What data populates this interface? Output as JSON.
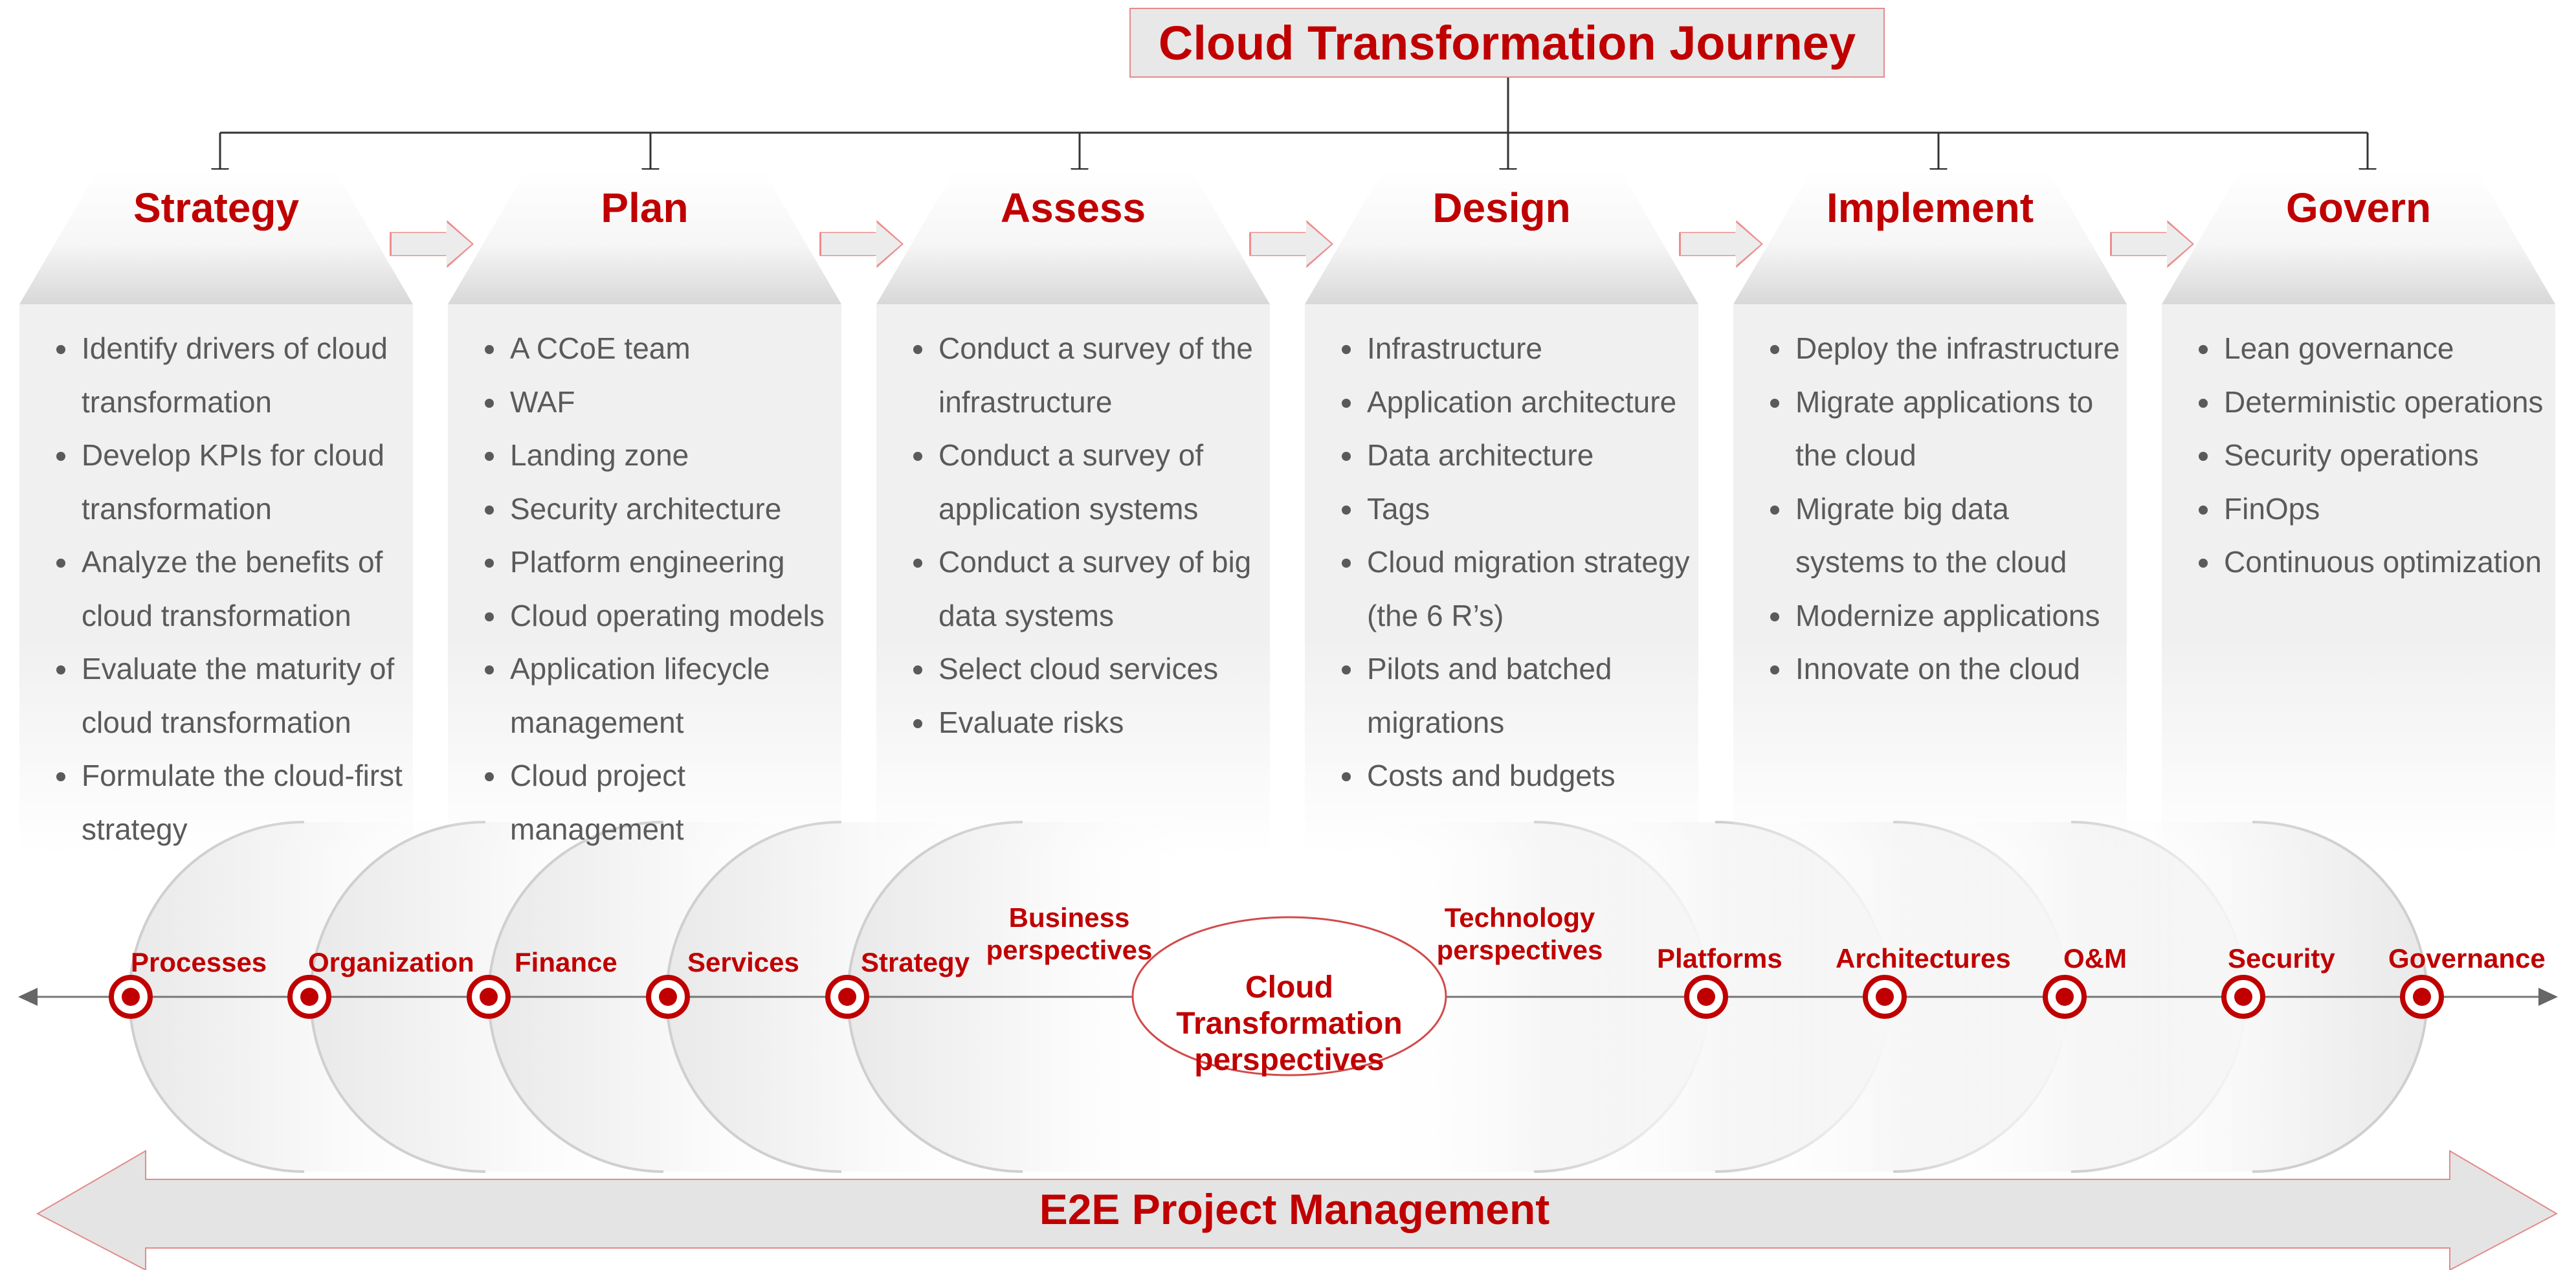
{
  "title": "Cloud Transformation Journey",
  "stages": [
    {
      "title": "Strategy",
      "items": [
        "Identify drivers of cloud transformation",
        "Develop KPIs for cloud transformation",
        "Analyze the benefits of cloud transformation",
        "Evaluate the maturity of cloud transformation",
        "Formulate the cloud-first strategy"
      ]
    },
    {
      "title": "Plan",
      "items": [
        "A CCoE team",
        "WAF",
        "Landing zone",
        "Security architecture",
        "Platform engineering",
        "Cloud operating models",
        "Application lifecycle management",
        "Cloud project management"
      ]
    },
    {
      "title": "Assess",
      "items": [
        "Conduct a survey of the infrastructure",
        "Conduct a survey of application systems",
        "Conduct a survey of big data systems",
        "Select cloud services",
        "Evaluate risks"
      ]
    },
    {
      "title": "Design",
      "items": [
        "Infrastructure",
        "Application architecture",
        "Data architecture",
        "Tags",
        "Cloud migration strategy (the 6 R’s)",
        "Pilots and batched migrations",
        "Costs and budgets"
      ]
    },
    {
      "title": "Implement",
      "items": [
        "Deploy the infrastructure",
        "Migrate applications to the cloud",
        "Migrate big data systems to the cloud",
        "Modernize applications",
        "Innovate on the cloud"
      ]
    },
    {
      "title": "Govern",
      "items": [
        "Lean governance",
        "Deterministic operations",
        "Security operations",
        "FinOps",
        "Continuous optimization"
      ]
    }
  ],
  "perspectives": {
    "center": "Cloud Transformation perspectives",
    "business_label": "Business perspectives",
    "technology_label": "Technology perspectives",
    "business": [
      "Processes",
      "Organization",
      "Finance",
      "Services",
      "Strategy"
    ],
    "technology": [
      "Platforms",
      "Architectures",
      "O&M",
      "Security",
      "Governance"
    ]
  },
  "footer": "E2E Project Management",
  "colors": {
    "accent": "#c00000",
    "body_text": "#5a5a5a",
    "panel": "#f0f0f0",
    "arrow_outline": "#ec8e8e"
  }
}
